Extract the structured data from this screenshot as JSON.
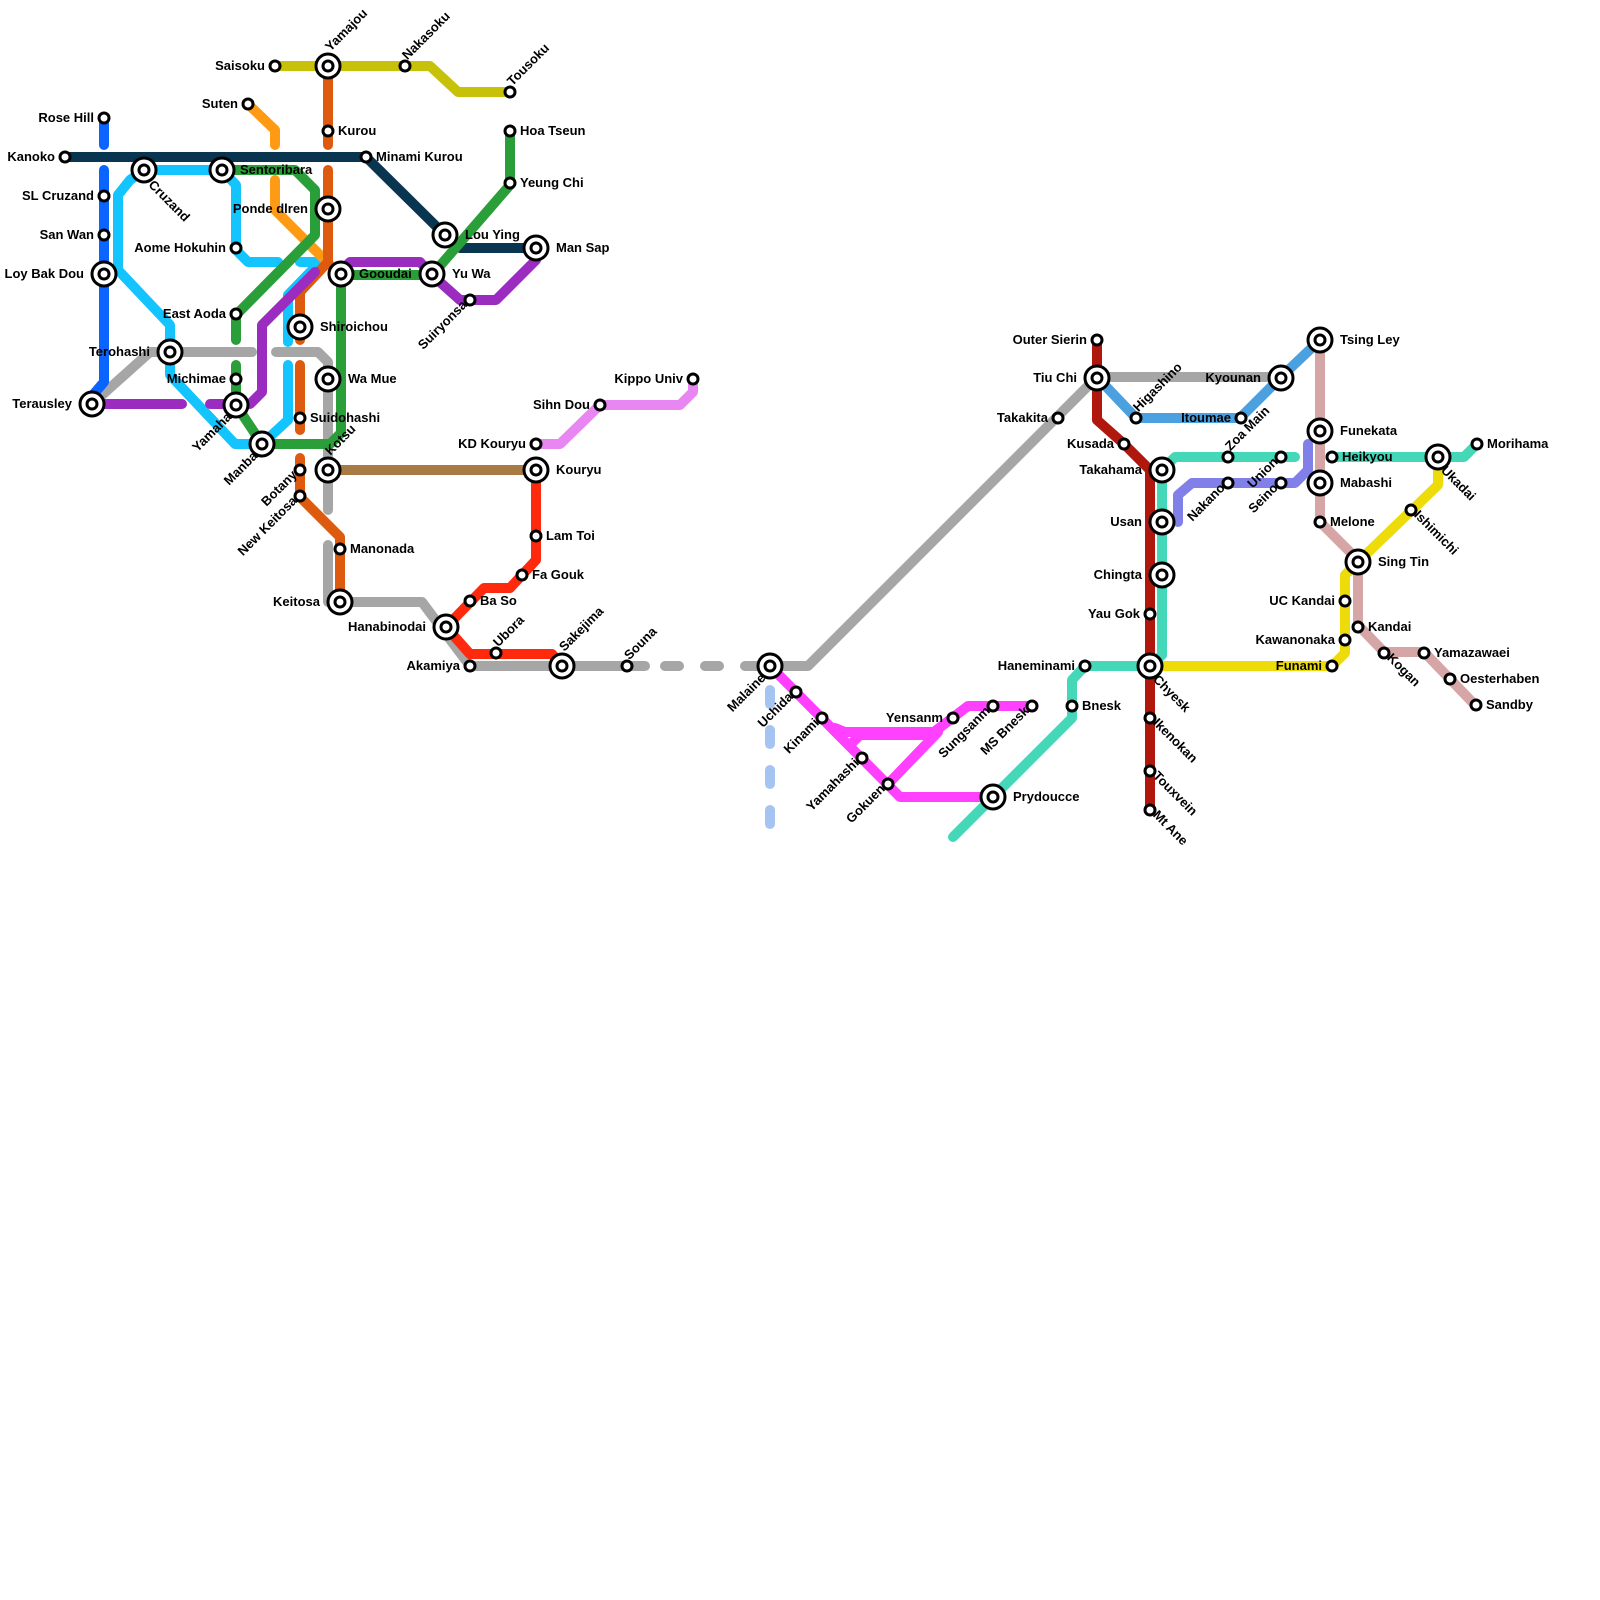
{
  "colors": {
    "navy": "#0a3550",
    "blue": "#0a64ff",
    "cyan": "#14c4ff",
    "orange": "#ff9a14",
    "darkorange": "#dd5a0e",
    "green": "#2a9e38",
    "purple": "#9a2cc0",
    "olive": "#c8c10a",
    "gray": "#a6a6a6",
    "brown": "#a87a44",
    "red": "#ff2a0e",
    "pink": "#e887f2",
    "magenta": "#ff40ff",
    "lightblue": "#a6c4f2",
    "darkred": "#b0180e",
    "skyblue": "#4ba0e0",
    "teal": "#45d8b8",
    "periwinkle": "#8080e8",
    "rose": "#d6a6a6",
    "yellow": "#eedc0a"
  },
  "stations": {
    "rose_hill": "Rose Hill",
    "kanoko": "Kanoko",
    "sl_cruzand": "SL Cruzand",
    "san_wan": "San Wan",
    "loy_bak_dou": "Loy Bak Dou",
    "terohashi": "Terohashi",
    "terausley": "Terausley",
    "cruzand": "Cruzand",
    "sentoribara": "Sentoribara",
    "suten": "Suten",
    "saisoku": "Saisoku",
    "yamajou": "Yamajou",
    "nakasoku": "Nakasoku",
    "tousoku": "Tousoku",
    "kurou": "Kurou",
    "minami_kurou": "Minami Kurou",
    "ponde_dlren": "Ponde dlren",
    "aome_hokuhin": "Aome Hokuhin",
    "east_aoda": "East Aoda",
    "michimae": "Michimae",
    "yamaha": "Yamaha",
    "manba": "Manba",
    "shiroichou": "Shiroichou",
    "wa_mue": "Wa Mue",
    "suidohashi": "Suidohashi",
    "gooudai": "Gooudai",
    "yu_wa": "Yu Wa",
    "lou_ying": "Lou Ying",
    "man_sap": "Man Sap",
    "hoa_tseun": "Hoa Tseun",
    "yeung_chi": "Yeung Chi",
    "suiryonsa": "Suiryonsa",
    "botany": "Botany",
    "new_keitosa": "New Keitosa",
    "kotsu": "Kotsu",
    "manonada": "Manonada",
    "keitosa": "Keitosa",
    "hanabinodai": "Hanabinodai",
    "akamiya": "Akamiya",
    "ba_so": "Ba So",
    "ubora": "Ubora",
    "sakejima": "Sakejima",
    "souna": "Souna",
    "kouryu": "Kouryu",
    "kd_kouryu": "KD Kouryu",
    "sihn_dou": "Sihn Dou",
    "kippo_univ": "Kippo Univ",
    "lam_toi": "Lam Toi",
    "fa_gouk": "Fa Gouk",
    "malaine": "Malaine",
    "uchida": "Uchida",
    "kinami": "Kinami",
    "yamahashi": "Yamahashi",
    "gokuen": "Gokuen",
    "yensanm": "Yensanm",
    "sungsanm": "Sungsanm",
    "ms_bnesk": "MS Bnesk",
    "prydoucce": "Prydoucce",
    "outer_sierin": "Outer Sierin",
    "tiu_chi": "Tiu Chi",
    "takakita": "Takakita",
    "higashino": "Higashino",
    "kusada": "Kusada",
    "takahama": "Takahama",
    "usan": "Usan",
    "chingta": "Chingta",
    "yau_gok": "Yau Gok",
    "haneminami": "Haneminami",
    "bnesk": "Bnesk",
    "chyesk": "Chyesk",
    "ikenokan": "Ikenokan",
    "touxvein": "Touxvein",
    "mt_ane": "Mt Ane",
    "itoumae": "Itoumae",
    "kyounan": "Kyounan",
    "tsing_ley": "Tsing Ley",
    "zoa_main": "Zoa Main",
    "nakano": "Nakano",
    "union": "Union",
    "seino": "Seino",
    "funekata": "Funekata",
    "heikyou": "Heikyou",
    "mabashi": "Mabashi",
    "melone": "Melone",
    "ukadai": "Ukadai",
    "morihama": "Morihama",
    "ishimichi": "Ishimichi",
    "sing_tin": "Sing Tin",
    "uc_kandai": "UC Kandai",
    "kandai": "Kandai",
    "kawanonaka": "Kawanonaka",
    "funami": "Funami",
    "kogan": "Kogan",
    "yamazawaei": "Yamazawaei",
    "oesterhaben": "Oesterhaben",
    "sandby": "Sandby"
  }
}
